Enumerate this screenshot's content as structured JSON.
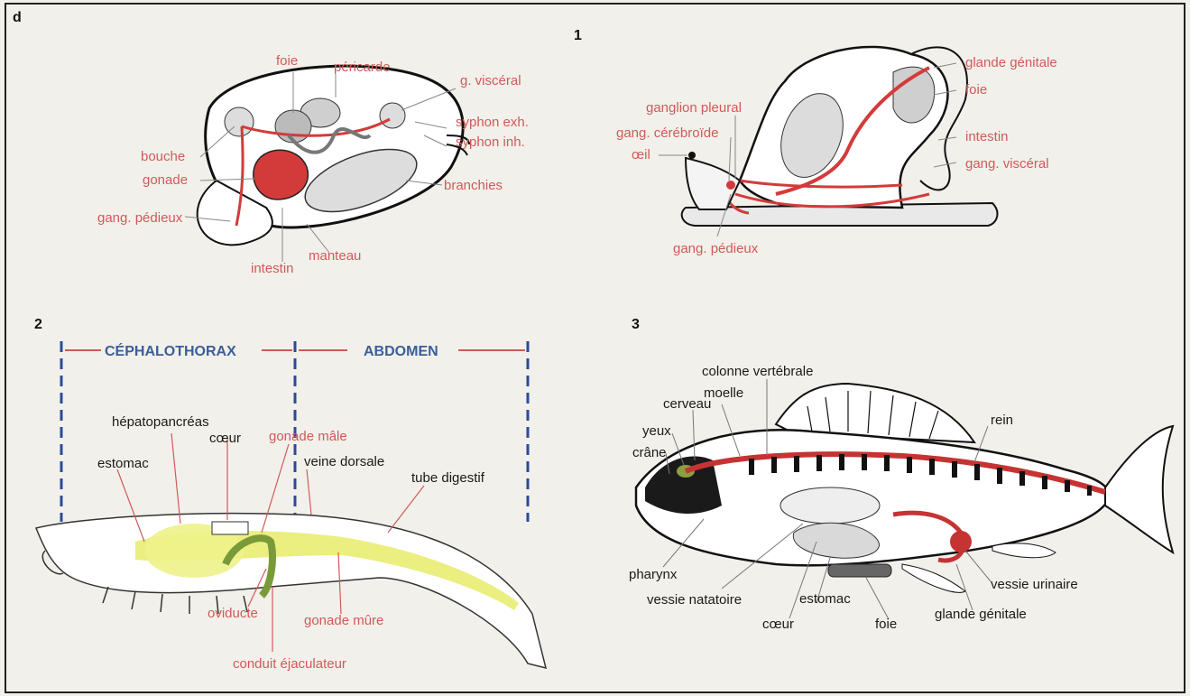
{
  "colors": {
    "background": "#f2f0ea",
    "frame": "#222222",
    "red_organ": "#d33b3b",
    "label_red": "#d05a5a",
    "label_black": "#1a1a1a",
    "label_blue": "#3a5e9a",
    "dash_blue": "#2a4a9a",
    "yellow_organ": "#e6ec6a",
    "green_organ": "#7a9a3a"
  },
  "panels": {
    "bivalve": {
      "number": "d",
      "labels": {
        "pericarde": "péricarde",
        "foie": "foie",
        "g_visceral": "g. viscéral",
        "syphon_exh": "syphon exh.",
        "syphon_inh": "syphon inh.",
        "bouche": "bouche",
        "gonade": "gonade",
        "branchies": "branchies",
        "gang_pedieux": "gang. pédieux",
        "manteau": "manteau",
        "intestin": "intestin"
      }
    },
    "gastropod": {
      "number": "1",
      "labels": {
        "glande_genitale": "glande génitale",
        "foie": "foie",
        "ganglion_pleural": "ganglion pleural",
        "gang_cerebroide": "gang. cérébroïde",
        "oeil": "œil",
        "intestin": "intestin",
        "gang_visceral": "gang. viscéral",
        "gang_pedieux": "gang. pédieux"
      }
    },
    "crustacean": {
      "number": "2",
      "sections": {
        "cephalothorax": "CÉPHALOTHORAX",
        "abdomen": "ABDOMEN"
      },
      "labels": {
        "hepatopancreas": "hépatopancréas",
        "coeur": "cœur",
        "gonade_male": "gonade mâle",
        "estomac": "estomac",
        "veine_dorsale": "veine dorsale",
        "tube_digestif": "tube digestif",
        "oviducte": "oviducte",
        "gonade_mure": "gonade mûre",
        "conduit_ejaculateur": "conduit éjaculateur"
      }
    },
    "fish": {
      "number": "3",
      "labels": {
        "colonne_vertebrale": "colonne vertébrale",
        "moelle": "moelle",
        "cerveau": "cerveau",
        "yeux": "yeux",
        "crane": "crâne",
        "rein": "rein",
        "pharynx": "pharynx",
        "vessie_natatoire": "vessie natatoire",
        "estomac": "estomac",
        "coeur": "cœur",
        "foie": "foie",
        "vessie_urinaire": "vessie urinaire",
        "glande_genitale": "glande génitale"
      }
    }
  }
}
